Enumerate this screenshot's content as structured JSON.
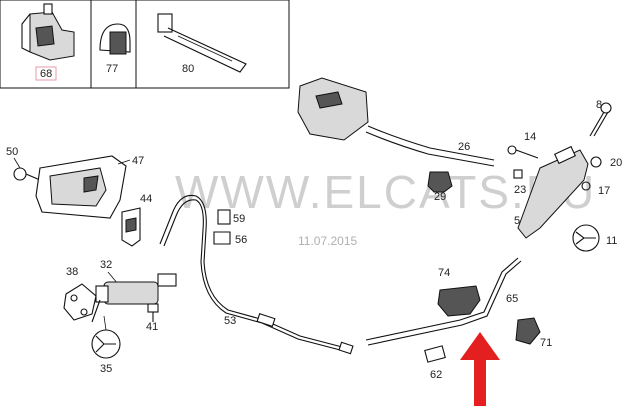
{
  "watermark": "WWW.ELCATS.RU",
  "date": "11.07.2015",
  "callouts": {
    "p68": "68",
    "p77": "77",
    "p80": "80",
    "p50": "50",
    "p47": "47",
    "p44": "44",
    "p38": "38",
    "p32": "32",
    "p41": "41",
    "p35": "35",
    "p59": "59",
    "p56": "56",
    "p53": "53",
    "p26": "26",
    "p29": "29",
    "p14": "14",
    "p23": "23",
    "p8": "8",
    "p20": "20",
    "p17": "17",
    "p5": "5",
    "p11": "11",
    "p74": "74",
    "p65": "65",
    "p71": "71",
    "p62": "62"
  },
  "colors": {
    "arrow": "#e3201f",
    "pink_box": "#e79aa8"
  }
}
